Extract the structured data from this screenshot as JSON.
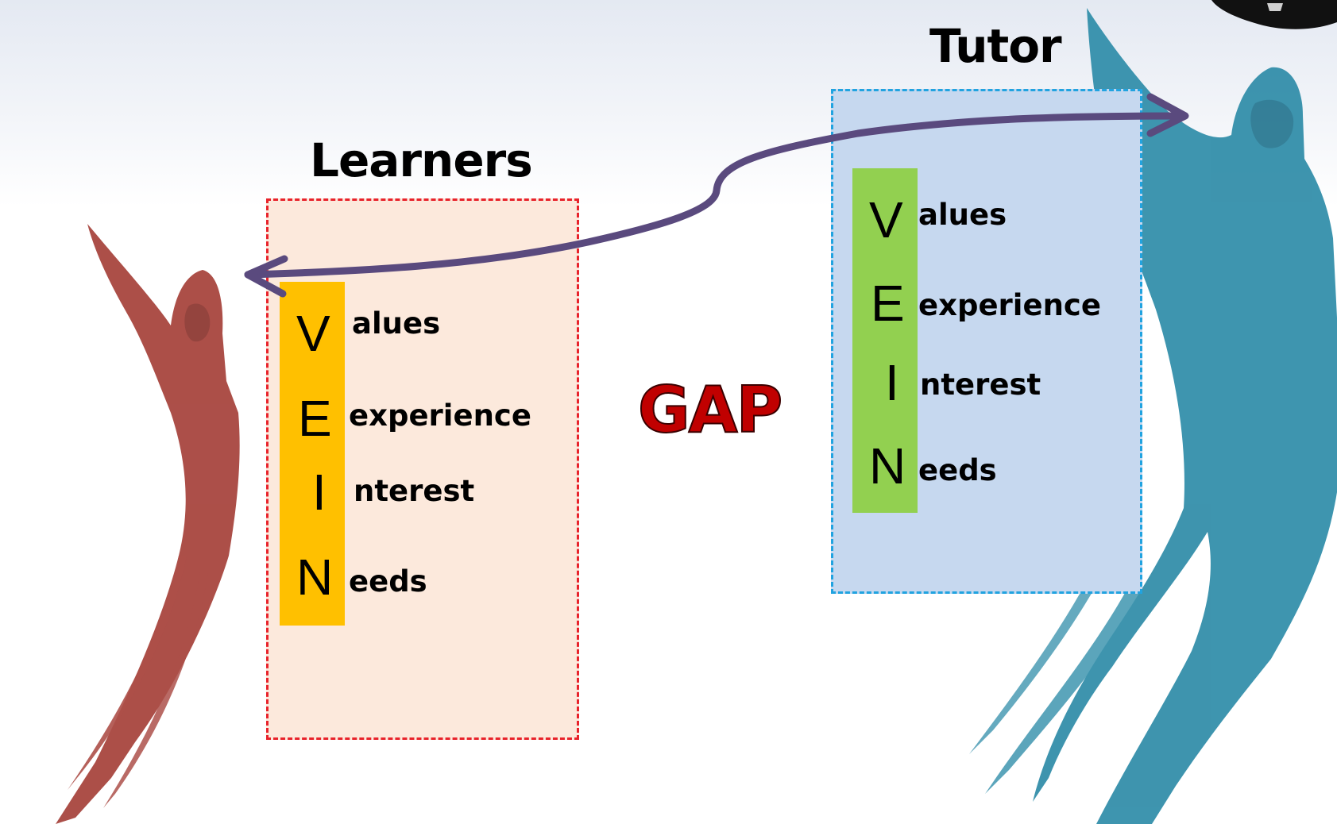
{
  "learners": {
    "title": "Learners",
    "letters": [
      "V",
      "E",
      "I",
      "N"
    ],
    "words": [
      "alues",
      "experience",
      "nterest",
      "eeds"
    ],
    "box_color": "#fce9dc",
    "border_color": "#e8232b",
    "strip_color": "#ffc000"
  },
  "tutor": {
    "title": "Tutor",
    "letters": [
      "V",
      "E",
      "I",
      "N"
    ],
    "words": [
      "alues",
      "experience",
      "nterest",
      "eeds"
    ],
    "box_color": "#c6d8ef",
    "border_color": "#21a3e0",
    "strip_color": "#92d050"
  },
  "gap_label": "GAP",
  "arrow": {
    "color": "#5a4a7e",
    "direction": "double-headed"
  },
  "figures": {
    "learner_figure_color": "#a8463f",
    "tutor_figure_color": "#2e8ca8"
  },
  "icons": [
    "learner-figure-icon",
    "tutor-figure-icon",
    "graduation-cap-icon",
    "double-arrow-icon"
  ]
}
